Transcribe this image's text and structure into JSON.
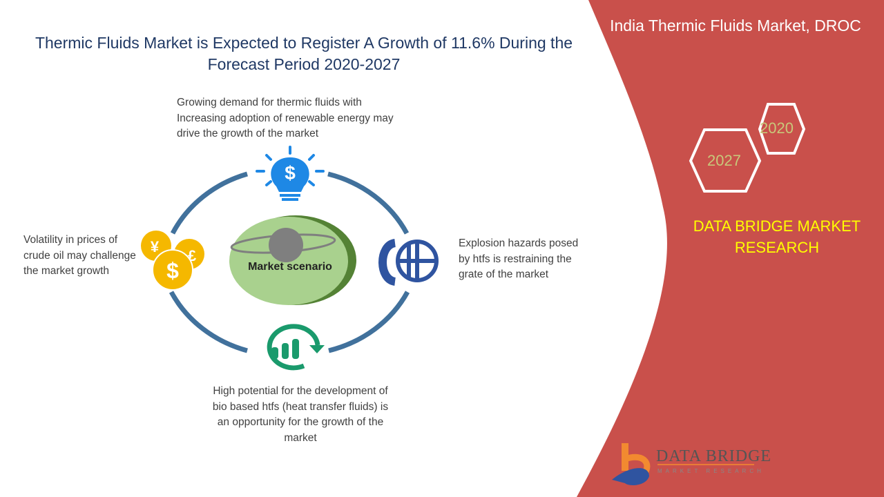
{
  "title": "Thermic Fluids Market is Expected to Register A Growth of 11.6% During the Forecast Period 2020-2027",
  "side_title": "India Thermic Fluids Market, DROC",
  "years": {
    "start": "2020",
    "end": "2027"
  },
  "brand": "DATA BRIDGE MARKET RESEARCH",
  "center_label": "Market scenario",
  "drivers": "Growing demand for thermic fluids with Increasing adoption of renewable energy may drive the growth of the market",
  "restraints": "Explosion hazards posed by htfs is restraining the grate of the market",
  "challenges": "Volatility in prices of crude oil may challenge the market growth",
  "opportunities": "High potential for the development of bio based htfs (heat transfer fluids) is an opportunity for the growth of the market",
  "logo": {
    "name": "DATA BRIDGE",
    "tagline": "MARKET RESEARCH"
  },
  "colors": {
    "panel": "#c9504b",
    "ring": "#41719c",
    "title": "#1f3864",
    "brand": "#ffff00"
  }
}
